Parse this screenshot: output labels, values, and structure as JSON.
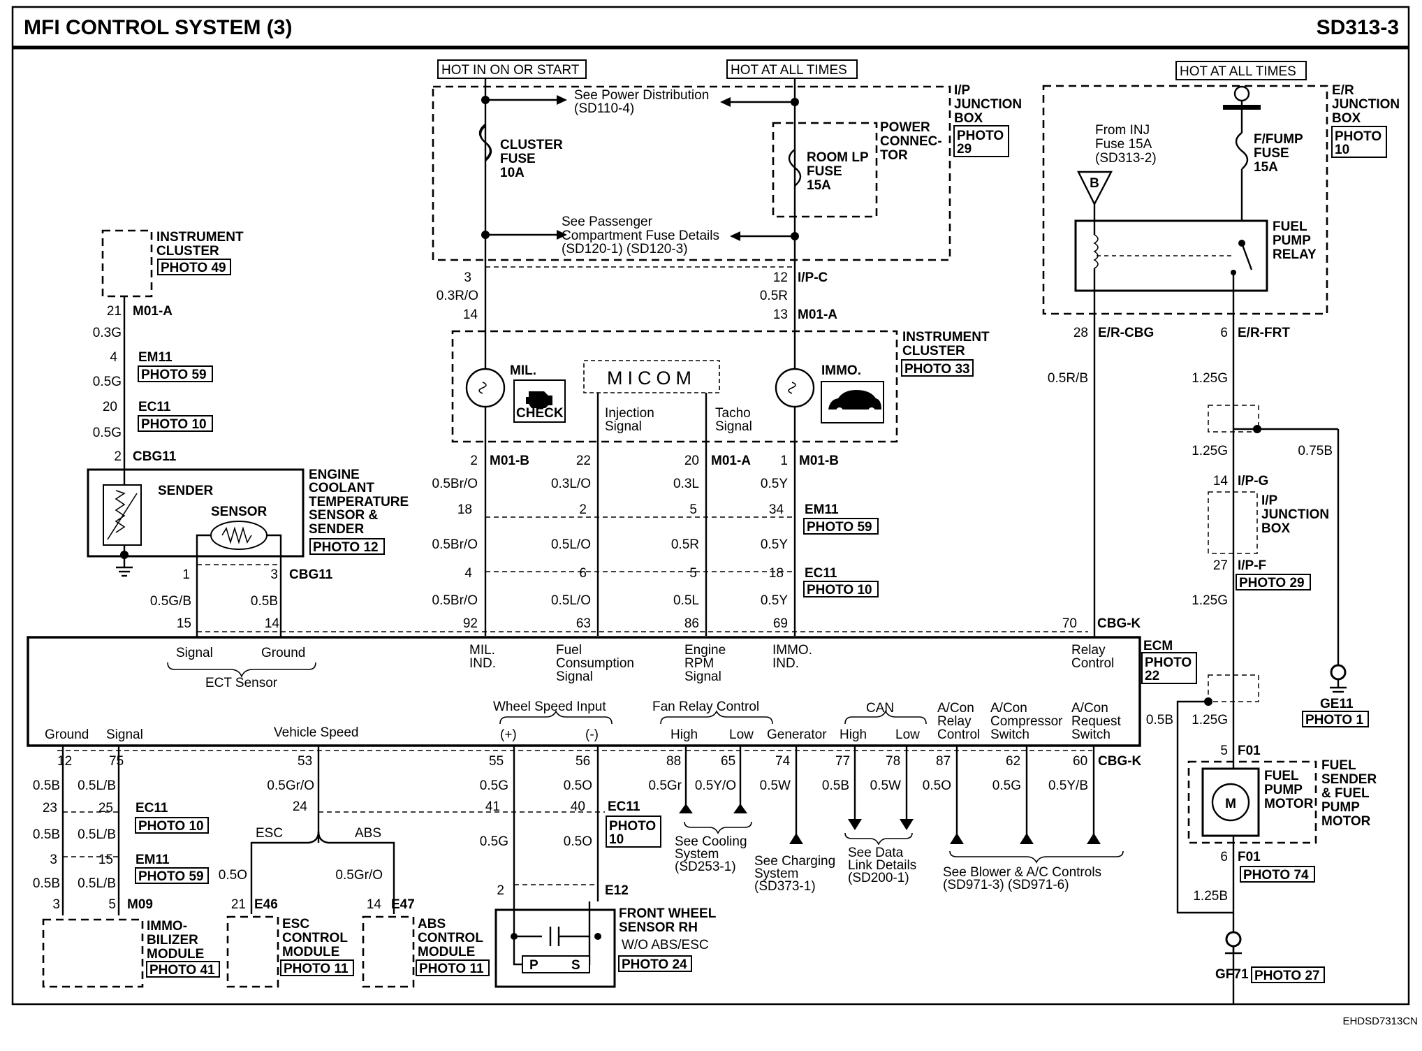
{
  "header": {
    "title": "MFI CONTROL SYSTEM (3)",
    "code": "SD313-3"
  },
  "footer": {
    "code": "EHDSD7313CN"
  },
  "hot": {
    "on_start": "HOT IN ON OR START",
    "all_times": "HOT AT ALL TIMES"
  },
  "ip_box": {
    "label": "I/P JUNCTION BOX",
    "photo": "PHOTO 29",
    "power_ref_1": "See Power Distribution",
    "power_ref_2": "(SD110-4)",
    "pass_ref_1": "See Passenger",
    "pass_ref_2": "Compartment Fuse Details",
    "pass_ref_3": "(SD120-1) (SD120-3)",
    "cluster_fuse": "CLUSTER FUSE 10A",
    "room_fuse": "ROOM LP FUSE 15A",
    "power_connector": "POWER CONNEC- TOR"
  },
  "er_box": {
    "label": "E/R JUNCTION BOX",
    "photo": "PHOTO 10",
    "fuse": "F/FUMP FUSE 15A",
    "inj_ref_1": "From INJ",
    "inj_ref_2": "Fuse 15A",
    "inj_ref_3": "(SD313-2)",
    "conn_b": "B",
    "relay": "FUEL PUMP RELAY"
  },
  "left_cluster": {
    "name": "INSTRUMENT CLUSTER",
    "photo": "PHOTO 49"
  },
  "cluster": {
    "name": "INSTRUMENT CLUSTER",
    "photo": "PHOTO 33",
    "micom": "MICOM",
    "mil": "MIL.",
    "check": "CHECK",
    "immo": "IMMO.",
    "injection": "Injection Signal",
    "tacho": "Tacho Signal"
  },
  "ect": {
    "name": "ENGINE COOLANT TEMPERATURE SENSOR & SENDER",
    "photo": "PHOTO 12",
    "sender": "SENDER",
    "sensor": "SENSOR"
  },
  "connectors": {
    "m01a": "M01-A",
    "m01b": "M01-B",
    "em11": "EM11",
    "ec11": "EC11",
    "cbg11": "CBG11",
    "ipc": "I/P-C",
    "ercbg": "E/R-CBG",
    "erfrt": "E/R-FRT",
    "ipg": "I/P-G",
    "ipf": "I/P-F",
    "cbgk": "CBG-K",
    "f01": "F01",
    "m09": "M09",
    "e46": "E46",
    "e47": "E47",
    "e12": "E12",
    "photo59": "PHOTO 59",
    "photo10": "PHOTO 10",
    "photo29": "PHOTO 29"
  },
  "wires": {
    "g03": "0.3G",
    "g05": "0.5G",
    "r03o": "0.3R/O",
    "r05": "0.5R",
    "br05o": "0.5Br/O",
    "l03o": "0.3L/O",
    "l03": "0.3L",
    "y05": "0.5Y",
    "l05o": "0.5L/O",
    "r05b": "0.5R",
    "l05": "0.5L",
    "gb05": "0.5G/B",
    "b05": "0.5B",
    "rb05": "0.5R/B",
    "g125": "1.25G",
    "b075": "0.75B",
    "b05r": "0.5B",
    "b125": "1.25B",
    "lb05": "0.5L/B",
    "gro05": "0.5Gr/O",
    "o05": "0.5O",
    "gr05": "0.5Gr",
    "yo05": "0.5Y/O",
    "w05": "0.5W",
    "yb05": "0.5Y/B"
  },
  "pins": {
    "p21": "21",
    "p4": "4",
    "p20": "20",
    "p2": "2",
    "p3": "3",
    "p14": "14",
    "p12": "12",
    "p13": "13",
    "p22": "22",
    "p1": "1",
    "p18": "18",
    "p5": "5",
    "p34": "34",
    "p6": "6",
    "p92": "92",
    "p63": "63",
    "p86": "86",
    "p69": "69",
    "p15": "15",
    "p28": "28",
    "p70": "70",
    "p27": "27",
    "p75": "75",
    "p53": "53",
    "p55": "55",
    "p56": "56",
    "p88": "88",
    "p65": "65",
    "p74": "74",
    "p77": "77",
    "p78": "78",
    "p87": "87",
    "p62": "62",
    "p60": "60",
    "p23": "23",
    "p25": "25",
    "p24": "24",
    "p41": "41",
    "p40": "40"
  },
  "ecm": {
    "name": "ECM",
    "photo": "PHOTO 22",
    "signal": "Signal",
    "ground": "Ground",
    "ect_sensor": "ECT Sensor",
    "mil_ind": "MIL. IND.",
    "fuel_consumption": "Fuel Consumption Signal",
    "engine_rpm": "Engine RPM Signal",
    "immo_ind": "IMMO. IND.",
    "relay_control": "Relay Control",
    "ground2": "Ground",
    "signal2": "Signal",
    "vehicle_speed": "Vehicle Speed",
    "wheel_speed": "Wheel Speed Input",
    "plus": "(+)",
    "minus": "(-)",
    "fan_relay": "Fan Relay Control",
    "high": "High",
    "low": "Low",
    "generator": "Generator",
    "can": "CAN",
    "high2": "High",
    "low2": "Low",
    "ac_relay": "A/Con Relay Control",
    "ac_comp": "A/Con Compressor Switch",
    "ac_req": "A/Con Request Switch"
  },
  "bottom": {
    "esc": "ESC",
    "abs": "ABS",
    "immo_module": "IMMO- BILIZER MODULE",
    "immo_photo": "PHOTO 41",
    "esc_module": "ESC CONTROL MODULE",
    "esc_photo": "PHOTO 11",
    "abs_module": "ABS CONTROL MODULE",
    "abs_photo": "PHOTO 11",
    "wheel_sensor": "FRONT WHEEL SENSOR RH",
    "wo_abs": "W/O ABS/ESC",
    "wheel_photo": "PHOTO 24",
    "p_label": "P",
    "s_label": "S",
    "cooling_ref": "See Cooling System (SD253-1)",
    "charging_ref": "See Charging System (SD373-1)",
    "datalink_ref": "See Data Link Details (SD200-1)",
    "blower_ref": "See Blower & A/C Controls (SD971-3) (SD971-6)"
  },
  "right": {
    "ip_junction": "I/P JUNCTION BOX",
    "ge11": "GE11",
    "photo1": "PHOTO 1",
    "fuel_motor": "FUEL PUMP MOTOR",
    "fuel_sender": "FUEL SENDER & FUEL PUMP MOTOR",
    "photo74": "PHOTO 74",
    "motor_m": "M",
    "gf71": "GF71",
    "photo27": "PHOTO 27"
  }
}
